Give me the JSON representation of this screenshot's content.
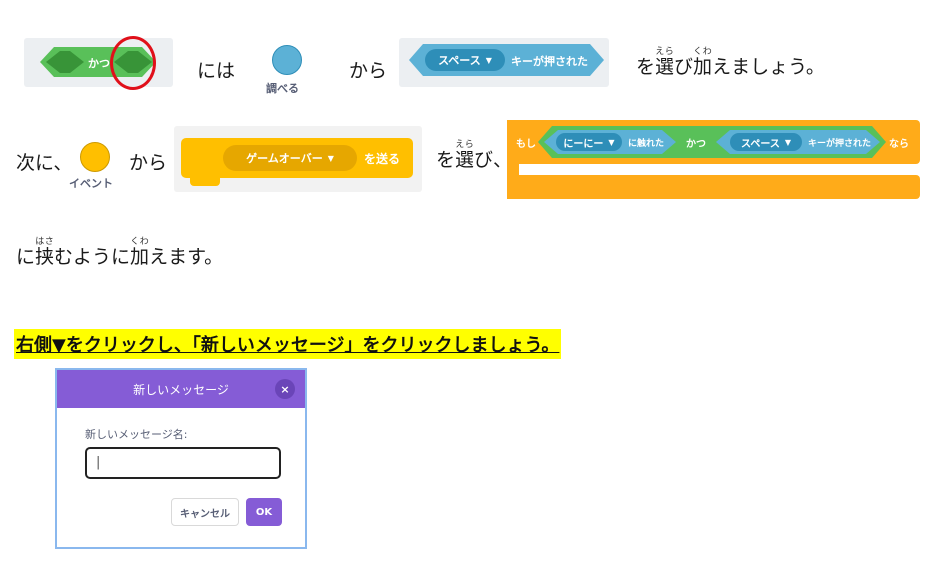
{
  "row1": {
    "and_block_label": "かつ",
    "text_niwa": "には",
    "sensing_caption": "調べる",
    "text_kara": "から",
    "key_dropdown": "スペース",
    "key_pressed_label": "キーが押された",
    "text_select_pre": "を",
    "text_select_kanji": "選",
    "text_select_ruby": "えら",
    "text_mid": "び",
    "text_add_kanji": "加",
    "text_add_ruby": "くわ",
    "text_select_post": "えましょう。"
  },
  "row2": {
    "text_next": "次に、",
    "events_caption": "イベント",
    "text_kara": "から",
    "broadcast_dropdown": "ゲームオーバー",
    "broadcast_label": "を送る",
    "text_o": "を",
    "text_select_kanji": "選",
    "text_select_ruby": "えら",
    "text_bi": "び、",
    "if_label": "もし",
    "touching_dropdown": "にーにー",
    "touching_label": "に触れた",
    "and_label": "かつ",
    "key_dropdown": "スペース",
    "key_pressed_label": "キーが押された",
    "then_label": "なら"
  },
  "row3": {
    "text_ni": "に",
    "text_sandwich_kanji": "挟",
    "text_sandwich_ruby": "はさ",
    "text_mid": "むように",
    "text_add_kanji": "加",
    "text_add_ruby": "くわ",
    "text_end": "えます。"
  },
  "instruction": "右側▼をクリックし、「新しいメッセージ」をクリックしましょう。",
  "dialog": {
    "title": "新しいメッセージ",
    "close_symbol": "×",
    "field_label": "新しいメッセージ名:",
    "input_value": "|",
    "cancel_label": "キャンセル",
    "ok_label": "OK"
  },
  "colors": {
    "operator_green": "#59c059",
    "operator_dark": "#389438",
    "sensing_blue": "#5cb1d6",
    "sensing_dark": "#2e8eb8",
    "events_yellow": "#ffbf00",
    "events_dark": "#cc9900",
    "control_orange": "#ffab19",
    "dialog_purple": "#855cd6",
    "highlight_yellow": "#ffff00",
    "annotation_red": "#e0101a"
  }
}
